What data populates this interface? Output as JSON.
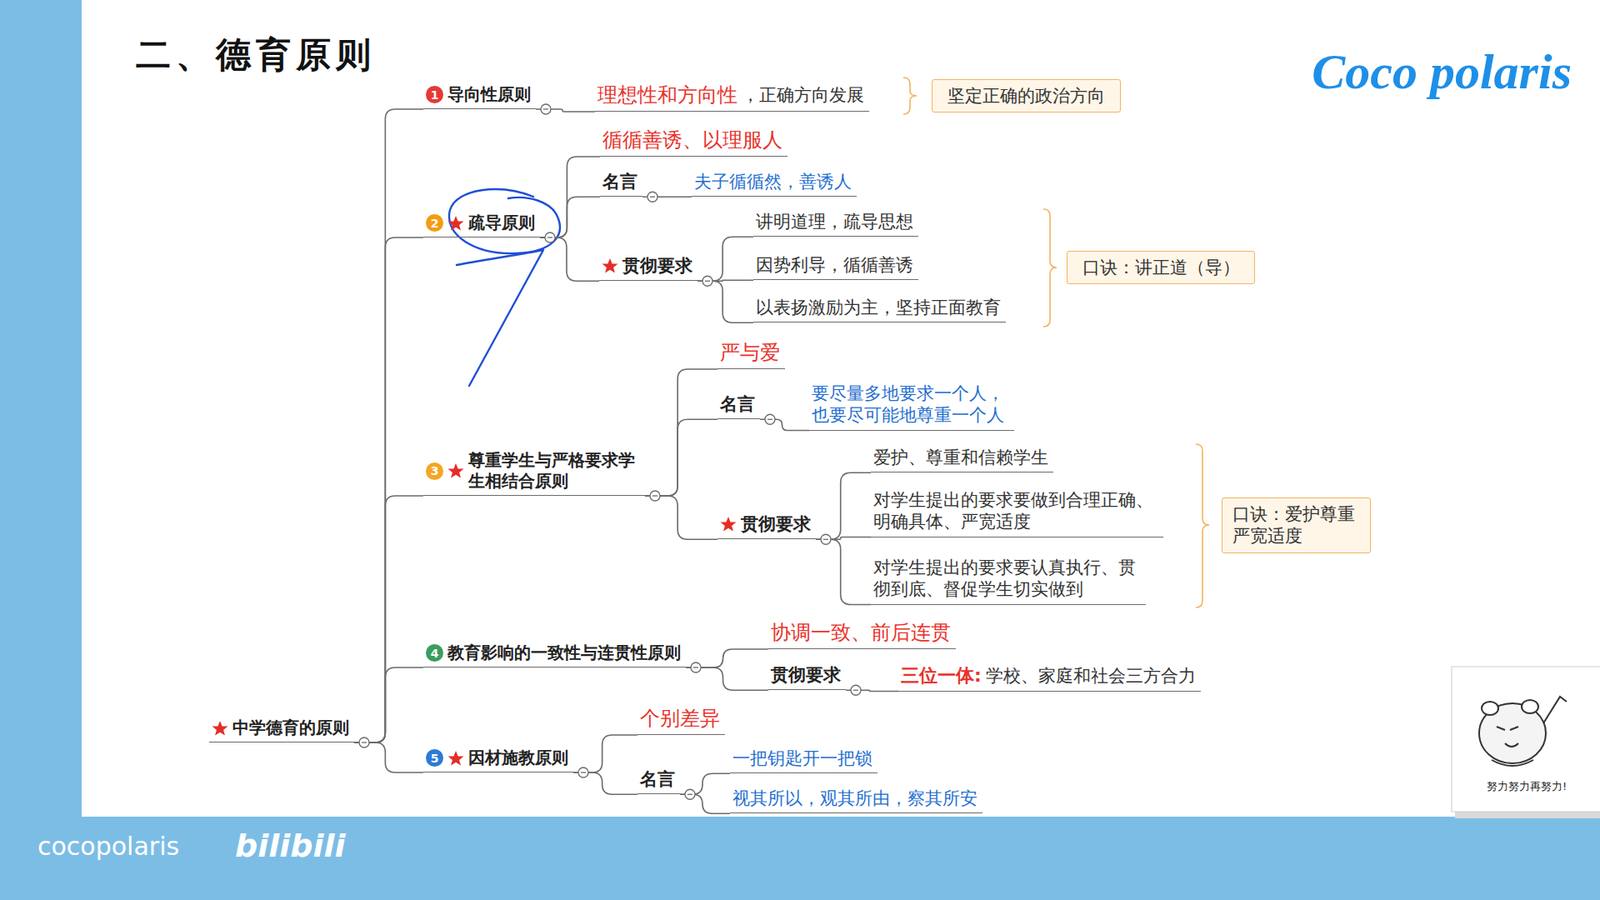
{
  "diagram": {
    "title": "二、德育原则",
    "nodes": [
      {
        "text": [
          "中学德育的原则"
        ]
      },
      {
        "text": [
          "1",
          "导向性原则"
        ]
      },
      {
        "text": [
          "理想性和方向性",
          "，正确方向发展"
        ]
      },
      {
        "text": [
          "坚定正确的政治方向"
        ]
      },
      {
        "text": [
          "2",
          "疏导原则"
        ]
      },
      {
        "text": [
          "循循善诱、以理服人"
        ]
      },
      {
        "text": [
          "名言"
        ]
      },
      {
        "text": [
          "夫子循循然，善诱人"
        ]
      },
      {
        "text": [
          "贯彻要求"
        ]
      },
      {
        "text": [
          "讲明道理，疏导思想"
        ]
      },
      {
        "text": [
          "因势利导，循循善诱"
        ]
      },
      {
        "text": [
          "以表扬激励为主，坚持正面教育"
        ]
      },
      {
        "text": [
          "口诀：讲正道（导）"
        ]
      },
      {
        "text": [
          "3",
          "尊重学生与严格要求学 生相结合原则"
        ]
      },
      {
        "text": [
          "严与爱"
        ]
      },
      {
        "text": [
          "名言"
        ]
      },
      {
        "text": [
          "要尽量多地要求一个人， 也要尽可能地尊重一个人"
        ]
      },
      {
        "text": [
          "贯彻要求"
        ]
      },
      {
        "text": [
          "爱护、尊重和信赖学生"
        ]
      },
      {
        "text": [
          "对学生提出的要求要做到合理正确、 明确具体、严宽适度"
        ]
      },
      {
        "text": [
          "对学生提出的要求要认真执行、贯 彻到底、督促学生切实做到"
        ]
      },
      {
        "text": [
          "口诀：爱护尊重 严宽适度"
        ]
      },
      {
        "text": [
          "4",
          "教育影响的一致性与连贯性原则"
        ]
      },
      {
        "text": [
          "协调一致、前后连贯"
        ]
      },
      {
        "text": [
          "贯彻要求"
        ]
      },
      {
        "text": [
          "三位一体:",
          "学校、家庭和社会三方合力"
        ]
      },
      {
        "text": [
          "5",
          "因材施教原则"
        ]
      },
      {
        "text": [
          "个别差异"
        ]
      },
      {
        "text": [
          "名言"
        ]
      },
      {
        "text": [
          "一把钥匙开一把锁"
        ]
      },
      {
        "text": [
          "视其所以，观其所由，察其所安"
        ]
      }
    ],
    "edges": [
      {
        "from": 0,
        "to": 1,
        "arrow": "none"
      },
      {
        "from": 0,
        "to": 4,
        "arrow": "none"
      },
      {
        "from": 0,
        "to": 13,
        "arrow": "none"
      },
      {
        "from": 0,
        "to": 22,
        "arrow": "none"
      },
      {
        "from": 0,
        "to": 26,
        "arrow": "none"
      },
      {
        "from": 1,
        "to": 2,
        "arrow": "none"
      },
      {
        "from": 4,
        "to": 5,
        "arrow": "none"
      },
      {
        "from": 4,
        "to": 6,
        "arrow": "none"
      },
      {
        "from": 4,
        "to": 8,
        "arrow": "none"
      },
      {
        "from": 6,
        "to": 7,
        "arrow": "none"
      },
      {
        "from": 8,
        "to": 9,
        "arrow": "none"
      },
      {
        "from": 8,
        "to": 10,
        "arrow": "none"
      },
      {
        "from": 8,
        "to": 11,
        "arrow": "none"
      },
      {
        "from": 13,
        "to": 14,
        "arrow": "none"
      },
      {
        "from": 13,
        "to": 15,
        "arrow": "none"
      },
      {
        "from": 13,
        "to": 17,
        "arrow": "none"
      },
      {
        "from": 15,
        "to": 16,
        "arrow": "none"
      },
      {
        "from": 17,
        "to": 18,
        "arrow": "none"
      },
      {
        "from": 17,
        "to": 19,
        "arrow": "none"
      },
      {
        "from": 17,
        "to": 20,
        "arrow": "none"
      },
      {
        "from": 22,
        "to": 23,
        "arrow": "none"
      },
      {
        "from": 22,
        "to": 24,
        "arrow": "none"
      },
      {
        "from": 24,
        "to": 25,
        "arrow": "none"
      },
      {
        "from": 26,
        "to": 27,
        "arrow": "none"
      },
      {
        "from": 26,
        "to": 28,
        "arrow": "none"
      },
      {
        "from": 28,
        "to": 29,
        "arrow": "none"
      },
      {
        "from": 28,
        "to": 30,
        "arrow": "none"
      }
    ],
    "labels": [
      "Coco polaris",
      "cocopolaris",
      "bilibili",
      "努力努力再努力!"
    ]
  }
}
